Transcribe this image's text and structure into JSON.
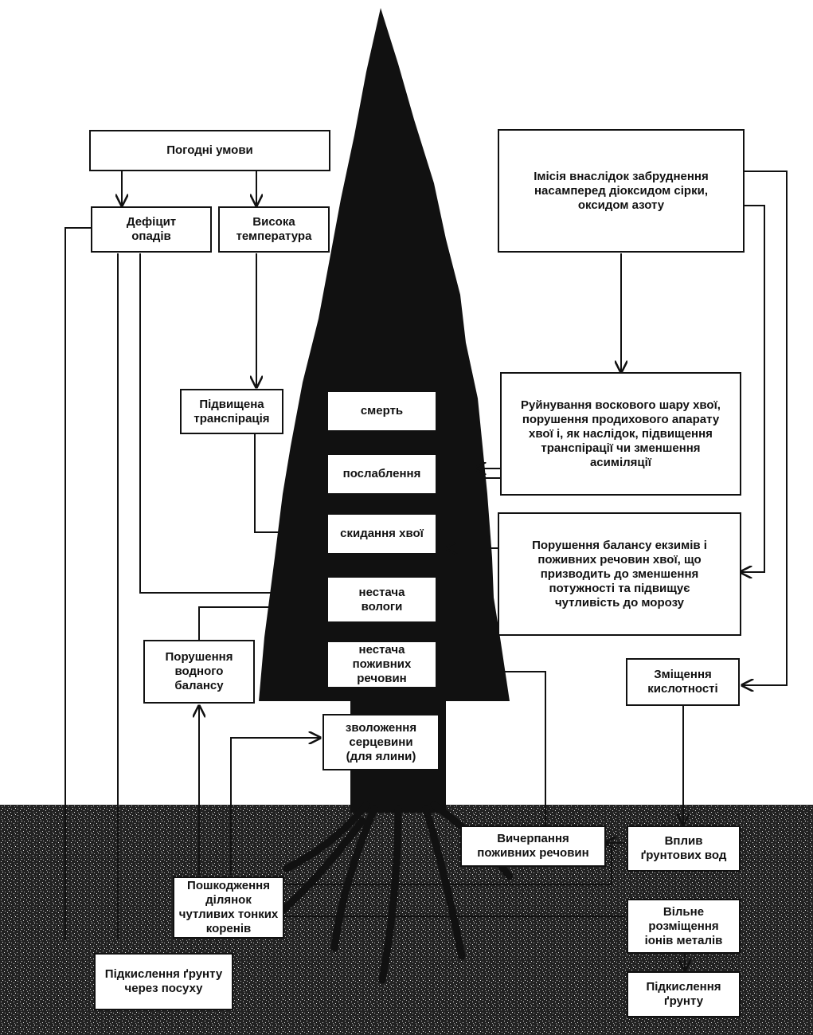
{
  "diagram": {
    "weather": "Погодні умови",
    "precip_deficit": "Дефіцит\nопадів",
    "high_temp": "Висока\nтемпература",
    "emission": "Імісія внаслідок забруднення\nнасамперед діоксидом сірки,\nоксидом азоту",
    "transpiration": "Підвищена\nтранспірація",
    "death": "смерть",
    "weakening": "послаблення",
    "needle_loss": "скидання хвої",
    "moisture_lack": "нестача\nвологи",
    "nutrient_lack": "нестача\nпоживних\nречовин",
    "wax_damage": "Руйнування воскового шару хвої,\nпорушення продихового апарату\nхвої і, як наслідок, підвищення\nтранспірації чи зменшення\nасиміляції",
    "balance": "Порушення балансу екзимів і\nпоживних речовин хвої, що\nпризводить до зменшення\nпотужності та підвищує\nчутливість до морозу",
    "water_balance": "Порушення\nводного\nбалансу",
    "acidity_shift": "Зміщення\nкислотності",
    "heartwood": "зволоження\nсерцевини\n(для ялини)",
    "nutrient_depletion": "Вичерпання\nпоживних речовин",
    "groundwater": "Вплив\nґрунтових вод",
    "root_damage": "Пошкодження\nділянок\nчутливих тонких\nкоренів",
    "metal_ions": "Вільне\nрозміщення\nіонів металів",
    "drought_acid": "Підкислення ґрунту\nчерез посуху",
    "soil_acid": "Підкислення\nґрунту"
  }
}
